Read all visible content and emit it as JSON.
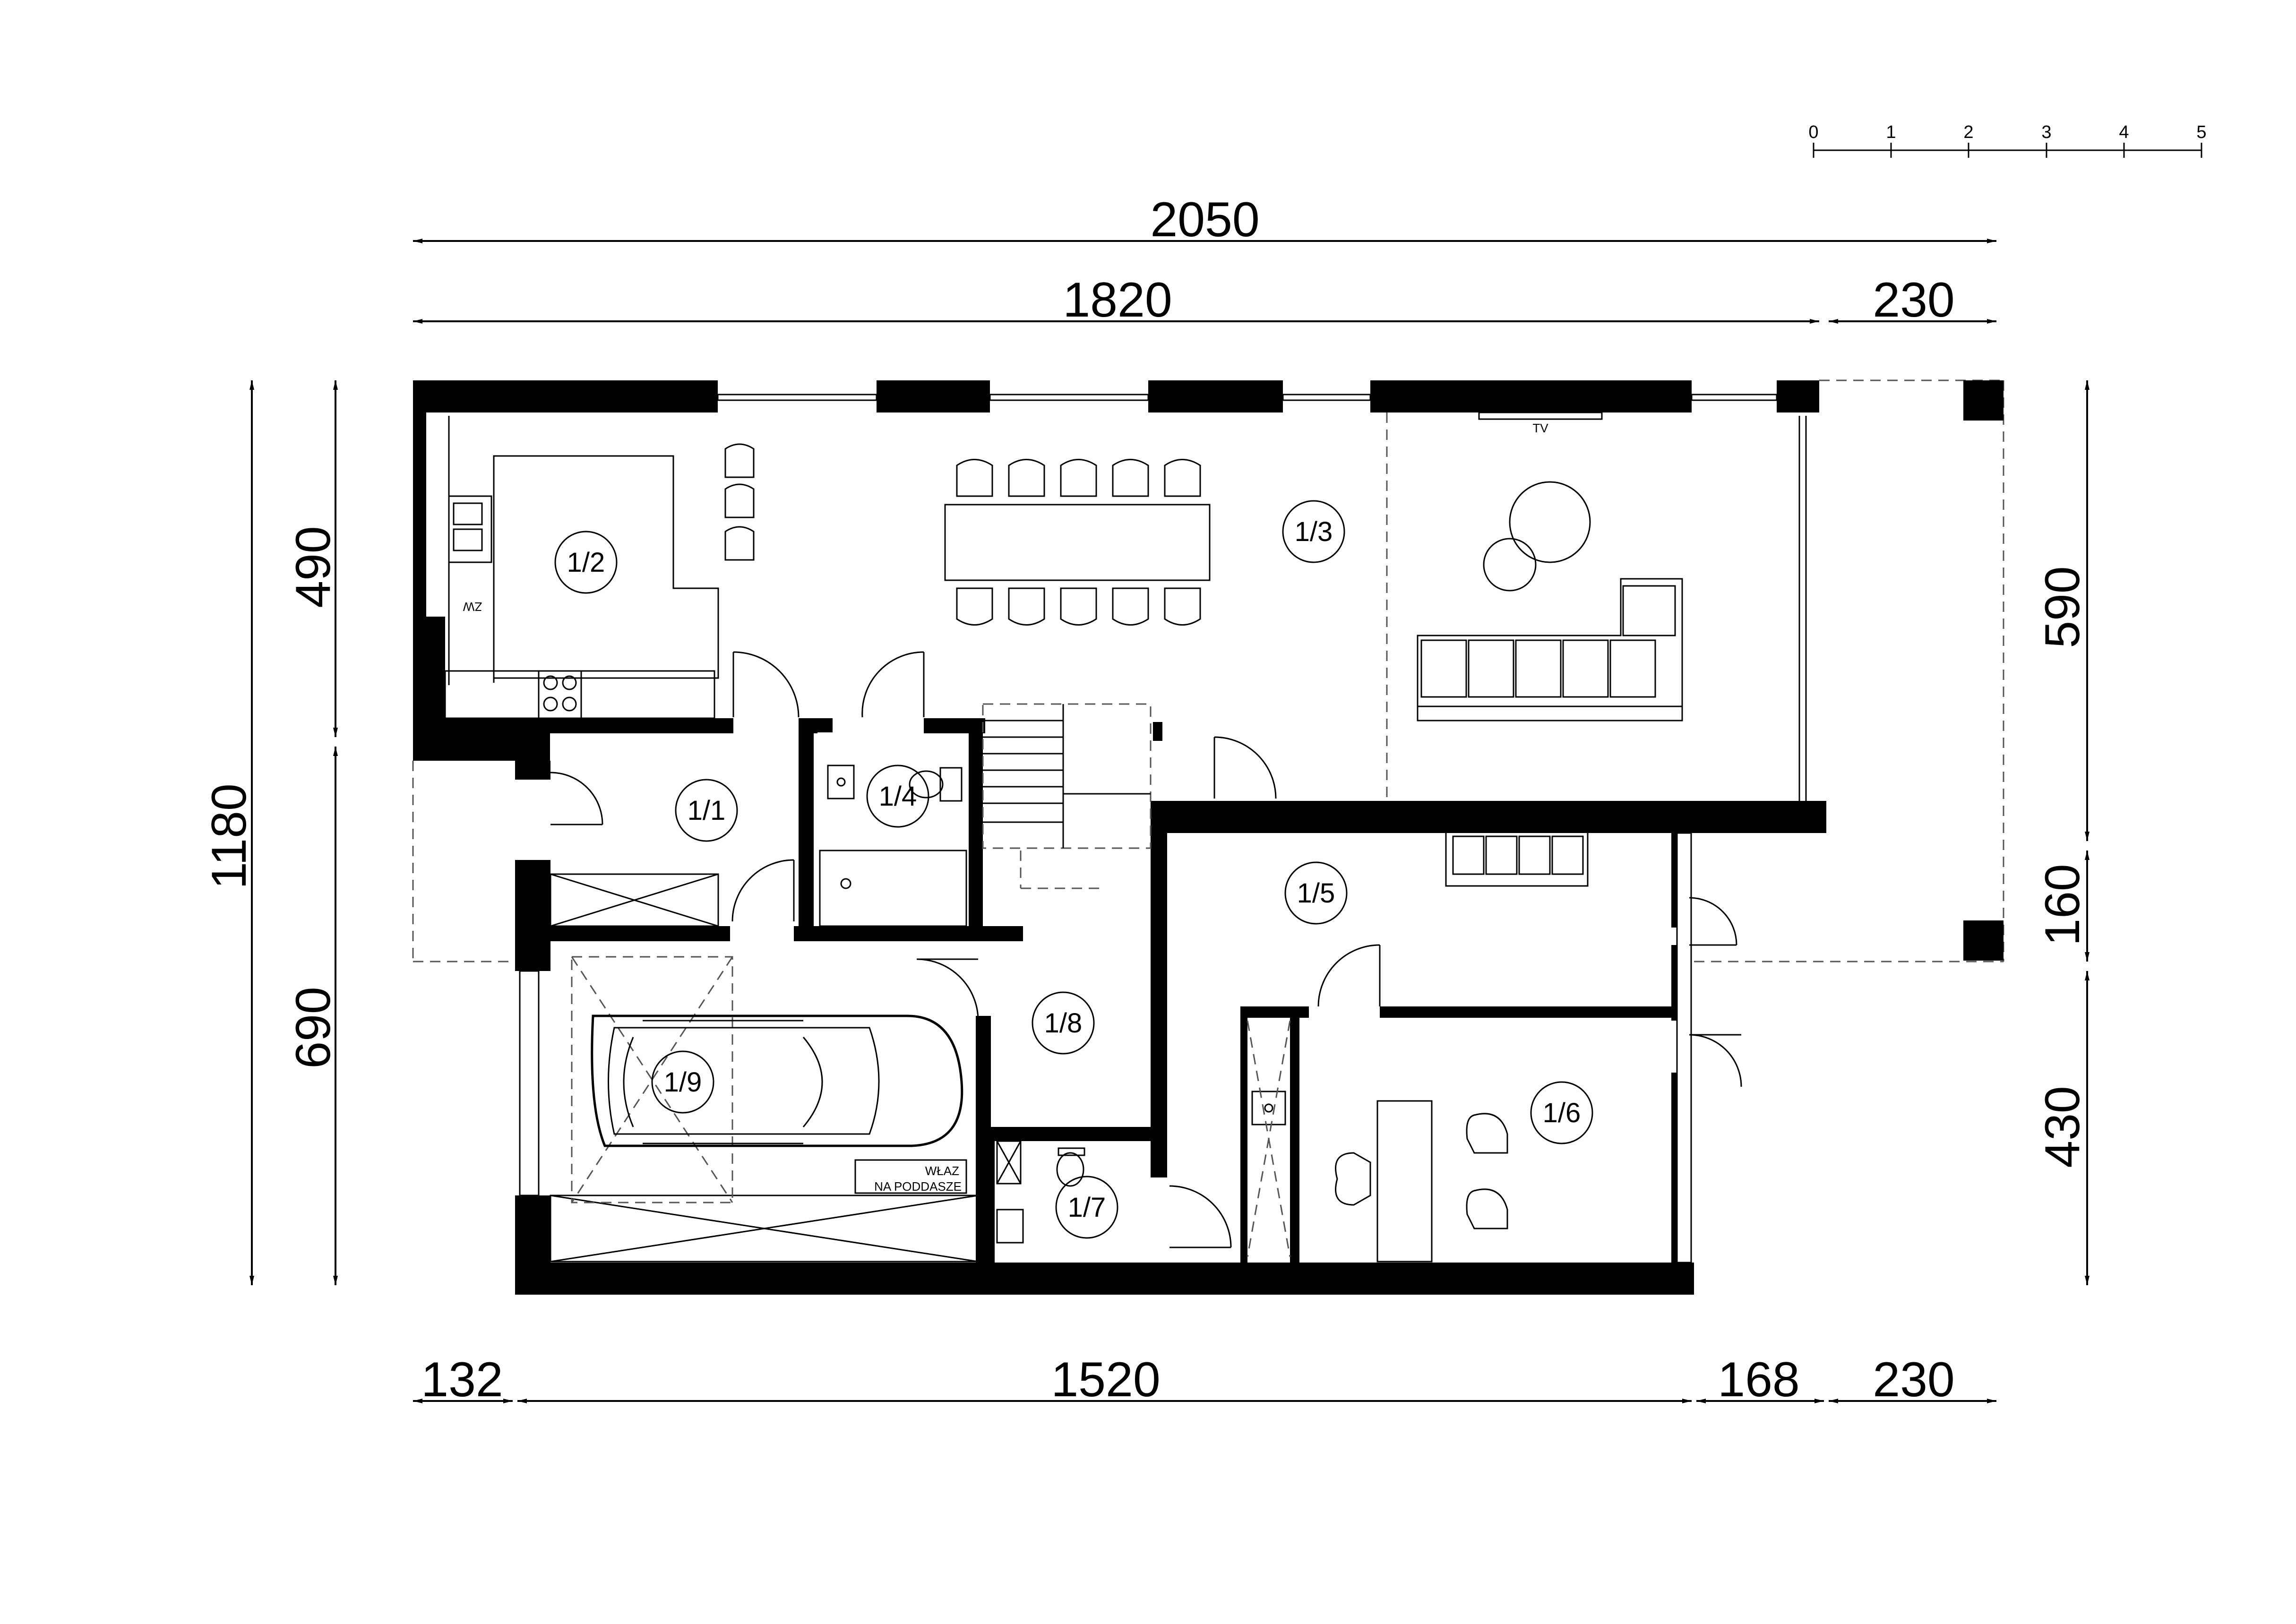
{
  "scale_bar": {
    "ticks": [
      "0",
      "1",
      "2",
      "3",
      "4",
      "5"
    ]
  },
  "dimensions": {
    "top_total": "2050",
    "top_house": "1820",
    "top_terrace": "230",
    "left_total": "1180",
    "left_upper": "490",
    "left_lower": "690",
    "right_upper": "590",
    "right_middle": "160",
    "right_lower": "430",
    "bottom_1": "132",
    "bottom_2": "1520",
    "bottom_3": "168",
    "bottom_4": "230"
  },
  "rooms": {
    "r11": "1/1",
    "r12": "1/2",
    "r13": "1/3",
    "r14": "1/4",
    "r15": "1/5",
    "r16": "1/6",
    "r17": "1/7",
    "r18": "1/8",
    "r19": "1/9"
  },
  "labels": {
    "tv": "TV",
    "zw": "ZW",
    "hatch_line1": "WŁAZ",
    "hatch_line2": "NA PODDASZE"
  }
}
